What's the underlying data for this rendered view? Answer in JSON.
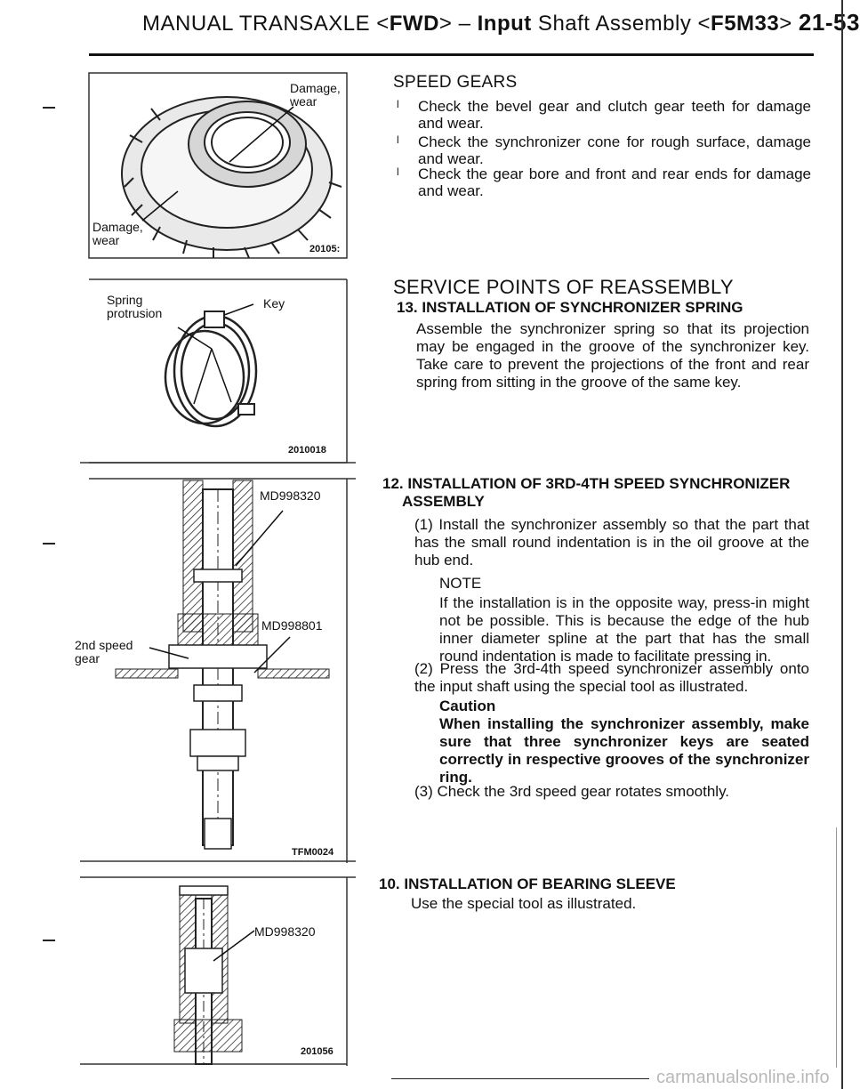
{
  "header": {
    "prefix": "MANUAL TRANSAXLE <",
    "fwd": "FWD",
    "middle": "> – ",
    "input_word": "Input",
    "title": " Shaft Assembly <",
    "model": "F5M33",
    "suffix": "> ",
    "page": "21-53"
  },
  "figures": {
    "fig1": {
      "label_top": "Damage,\nwear",
      "label_left": "Damage,\nwear",
      "code": "20105:"
    },
    "fig2": {
      "label_spring": "Spring\nprotrusion",
      "label_key": "Key",
      "code": "2010018"
    },
    "fig3": {
      "label_tool1": "MD998320",
      "label_tool2": "MD998801",
      "label_gear": "2nd speed\ngear",
      "code": "TFM0024"
    },
    "fig4": {
      "label_tool": "MD998320",
      "code": "201056"
    }
  },
  "speed_gears": {
    "heading": "SPEED GEARS",
    "bullets": [
      "Check the bevel gear and clutch gear teeth for damage and wear.",
      "Check the synchronizer cone for rough surface, damage and wear.",
      "Check the gear bore and front and rear ends for damage and wear."
    ],
    "bullet_glyph": "l"
  },
  "service": {
    "heading": "SERVICE POINTS OF REASSEMBLY",
    "s13": {
      "title": "13. INSTALLATION OF SYNCHRONIZER SPRING",
      "body": "Assemble the synchronizer spring so that its projection may be engaged in the groove of the synchronizer key. Take care to prevent the projections of the front and rear spring from sitting in the groove of the same key."
    },
    "s12": {
      "title_line1": "12. INSTALLATION OF 3RD-4TH SPEED SYNCHRONIZER",
      "title_line2": "ASSEMBLY",
      "p1": "(1) Install the synchronizer assembly so that the part that has the small round indentation is in the oil groove at the hub end.",
      "note_title": "NOTE",
      "note_body": "If the installation is in the opposite way, press-in might not be possible. This is because the edge of the hub inner diameter spline at the part that has the small round indentation is made to facilitate pressing in.",
      "p2": "(2) Press the 3rd-4th speed synchronizer assembly onto the input shaft using the special tool as illustrated.",
      "caution_title": "Caution",
      "caution_body": "When installing the synchronizer assembly, make sure that three synchronizer keys are seated correctly in respective grooves of the synchronizer ring.",
      "p3": "(3) Check the 3rd speed gear rotates smoothly."
    },
    "s10": {
      "title": "10. INSTALLATION OF BEARING SLEEVE",
      "body": "Use the special tool as illustrated."
    }
  },
  "watermark": "carmanualsonline.info"
}
